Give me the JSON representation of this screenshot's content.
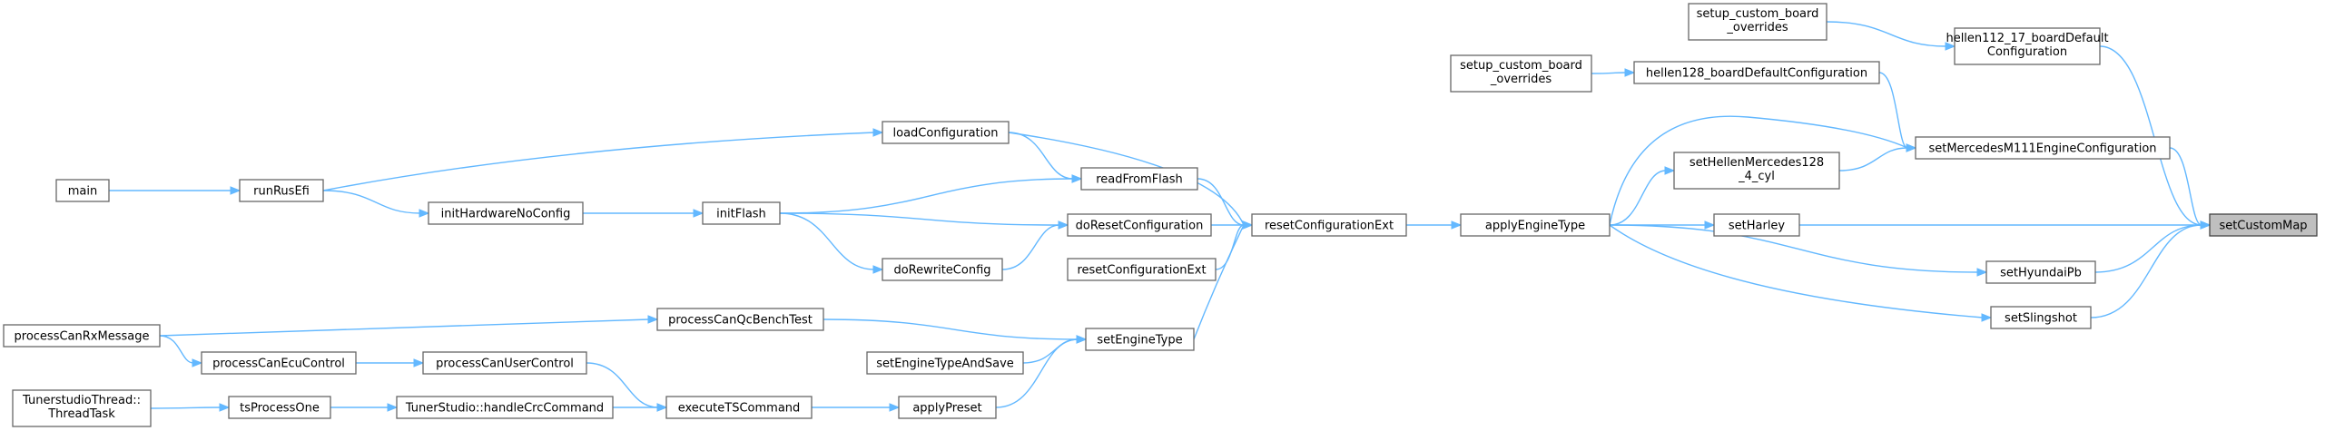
{
  "graph": {
    "root": "setCustomMap",
    "nodes": [
      {
        "id": "setCustomMap",
        "lines": [
          "setCustomMap"
        ],
        "root": true
      },
      {
        "id": "hellen112_17",
        "lines": [
          "hellen112_17_boardDefault",
          "Configuration"
        ]
      },
      {
        "id": "setup_custom_board_overrides_1",
        "lines": [
          "setup_custom_board",
          "_overrides"
        ]
      },
      {
        "id": "setMercedesM111EngineConfiguration",
        "lines": [
          "setMercedesM111EngineConfiguration"
        ]
      },
      {
        "id": "hellen128_boardDefaultConfiguration",
        "lines": [
          "hellen128_boardDefaultConfiguration"
        ]
      },
      {
        "id": "setup_custom_board_overrides_2",
        "lines": [
          "setup_custom_board",
          "_overrides"
        ]
      },
      {
        "id": "setHellenMercedes128_4_cyl",
        "lines": [
          "setHellenMercedes128",
          "_4_cyl"
        ]
      },
      {
        "id": "setHarley",
        "lines": [
          "setHarley"
        ]
      },
      {
        "id": "setHyundaiPb",
        "lines": [
          "setHyundaiPb"
        ]
      },
      {
        "id": "setSlingshot",
        "lines": [
          "setSlingshot"
        ]
      },
      {
        "id": "applyEngineType",
        "lines": [
          "applyEngineType"
        ]
      },
      {
        "id": "resetConfigurationExt_main",
        "lines": [
          "resetConfigurationExt"
        ]
      },
      {
        "id": "resetConfigurationExt_other",
        "lines": [
          "resetConfigurationExt"
        ]
      },
      {
        "id": "loadConfiguration",
        "lines": [
          "loadConfiguration"
        ]
      },
      {
        "id": "readFromFlash",
        "lines": [
          "readFromFlash"
        ]
      },
      {
        "id": "doResetConfiguration",
        "lines": [
          "doResetConfiguration"
        ]
      },
      {
        "id": "doRewriteConfig",
        "lines": [
          "doRewriteConfig"
        ]
      },
      {
        "id": "initFlash",
        "lines": [
          "initFlash"
        ]
      },
      {
        "id": "initHardwareNoConfig",
        "lines": [
          "initHardwareNoConfig"
        ]
      },
      {
        "id": "runRusEfi",
        "lines": [
          "runRusEfi"
        ]
      },
      {
        "id": "main",
        "lines": [
          "main"
        ]
      },
      {
        "id": "setEngineType",
        "lines": [
          "setEngineType"
        ]
      },
      {
        "id": "processCanQcBenchTest",
        "lines": [
          "processCanQcBenchTest"
        ]
      },
      {
        "id": "setEngineTypeAndSave",
        "lines": [
          "setEngineTypeAndSave"
        ]
      },
      {
        "id": "applyPreset",
        "lines": [
          "applyPreset"
        ]
      },
      {
        "id": "executeTSCommand",
        "lines": [
          "executeTSCommand"
        ]
      },
      {
        "id": "processCanUserControl",
        "lines": [
          "processCanUserControl"
        ]
      },
      {
        "id": "processCanEcuControl",
        "lines": [
          "processCanEcuControl"
        ]
      },
      {
        "id": "processCanRxMessage",
        "lines": [
          "processCanRxMessage"
        ]
      },
      {
        "id": "handleCrcCommand",
        "lines": [
          "TunerStudio::handleCrcCommand"
        ]
      },
      {
        "id": "tsProcessOne",
        "lines": [
          "tsProcessOne"
        ]
      },
      {
        "id": "TunerstudioThread",
        "lines": [
          "TunerstudioThread::",
          "ThreadTask"
        ]
      }
    ],
    "edges": [
      {
        "from": "hellen112_17",
        "to": "setCustomMap"
      },
      {
        "from": "setMercedesM111EngineConfiguration",
        "to": "setCustomMap"
      },
      {
        "from": "setHarley",
        "to": "setCustomMap"
      },
      {
        "from": "setHyundaiPb",
        "to": "setCustomMap"
      },
      {
        "from": "setSlingshot",
        "to": "setCustomMap"
      },
      {
        "from": "setup_custom_board_overrides_1",
        "to": "hellen112_17"
      },
      {
        "from": "hellen128_boardDefaultConfiguration",
        "to": "setMercedesM111EngineConfiguration"
      },
      {
        "from": "setHellenMercedes128_4_cyl",
        "to": "setMercedesM111EngineConfiguration"
      },
      {
        "from": "applyEngineType",
        "to": "setMercedesM111EngineConfiguration"
      },
      {
        "from": "setup_custom_board_overrides_2",
        "to": "hellen128_boardDefaultConfiguration"
      },
      {
        "from": "applyEngineType",
        "to": "setHellenMercedes128_4_cyl"
      },
      {
        "from": "applyEngineType",
        "to": "setHarley"
      },
      {
        "from": "applyEngineType",
        "to": "setHyundaiPb"
      },
      {
        "from": "applyEngineType",
        "to": "setSlingshot"
      },
      {
        "from": "resetConfigurationExt_main",
        "to": "applyEngineType"
      },
      {
        "from": "loadConfiguration",
        "to": "resetConfigurationExt_main"
      },
      {
        "from": "readFromFlash",
        "to": "resetConfigurationExt_main"
      },
      {
        "from": "doResetConfiguration",
        "to": "resetConfigurationExt_main"
      },
      {
        "from": "resetConfigurationExt_other",
        "to": "resetConfigurationExt_main"
      },
      {
        "from": "setEngineType",
        "to": "resetConfigurationExt_main"
      },
      {
        "from": "runRusEfi",
        "to": "loadConfiguration"
      },
      {
        "from": "loadConfiguration",
        "to": "readFromFlash"
      },
      {
        "from": "initFlash",
        "to": "readFromFlash"
      },
      {
        "from": "initFlash",
        "to": "doResetConfiguration"
      },
      {
        "from": "doRewriteConfig",
        "to": "doResetConfiguration"
      },
      {
        "from": "initFlash",
        "to": "doRewriteConfig"
      },
      {
        "from": "initHardwareNoConfig",
        "to": "initFlash"
      },
      {
        "from": "runRusEfi",
        "to": "initHardwareNoConfig"
      },
      {
        "from": "main",
        "to": "runRusEfi"
      },
      {
        "from": "processCanQcBenchTest",
        "to": "setEngineType"
      },
      {
        "from": "setEngineTypeAndSave",
        "to": "setEngineType"
      },
      {
        "from": "applyPreset",
        "to": "setEngineType"
      },
      {
        "from": "processCanRxMessage",
        "to": "processCanQcBenchTest"
      },
      {
        "from": "executeTSCommand",
        "to": "applyPreset"
      },
      {
        "from": "processCanUserControl",
        "to": "executeTSCommand"
      },
      {
        "from": "handleCrcCommand",
        "to": "executeTSCommand"
      },
      {
        "from": "processCanEcuControl",
        "to": "processCanUserControl"
      },
      {
        "from": "processCanRxMessage",
        "to": "processCanEcuControl"
      },
      {
        "from": "tsProcessOne",
        "to": "handleCrcCommand"
      },
      {
        "from": "TunerstudioThread",
        "to": "tsProcessOne"
      }
    ]
  }
}
